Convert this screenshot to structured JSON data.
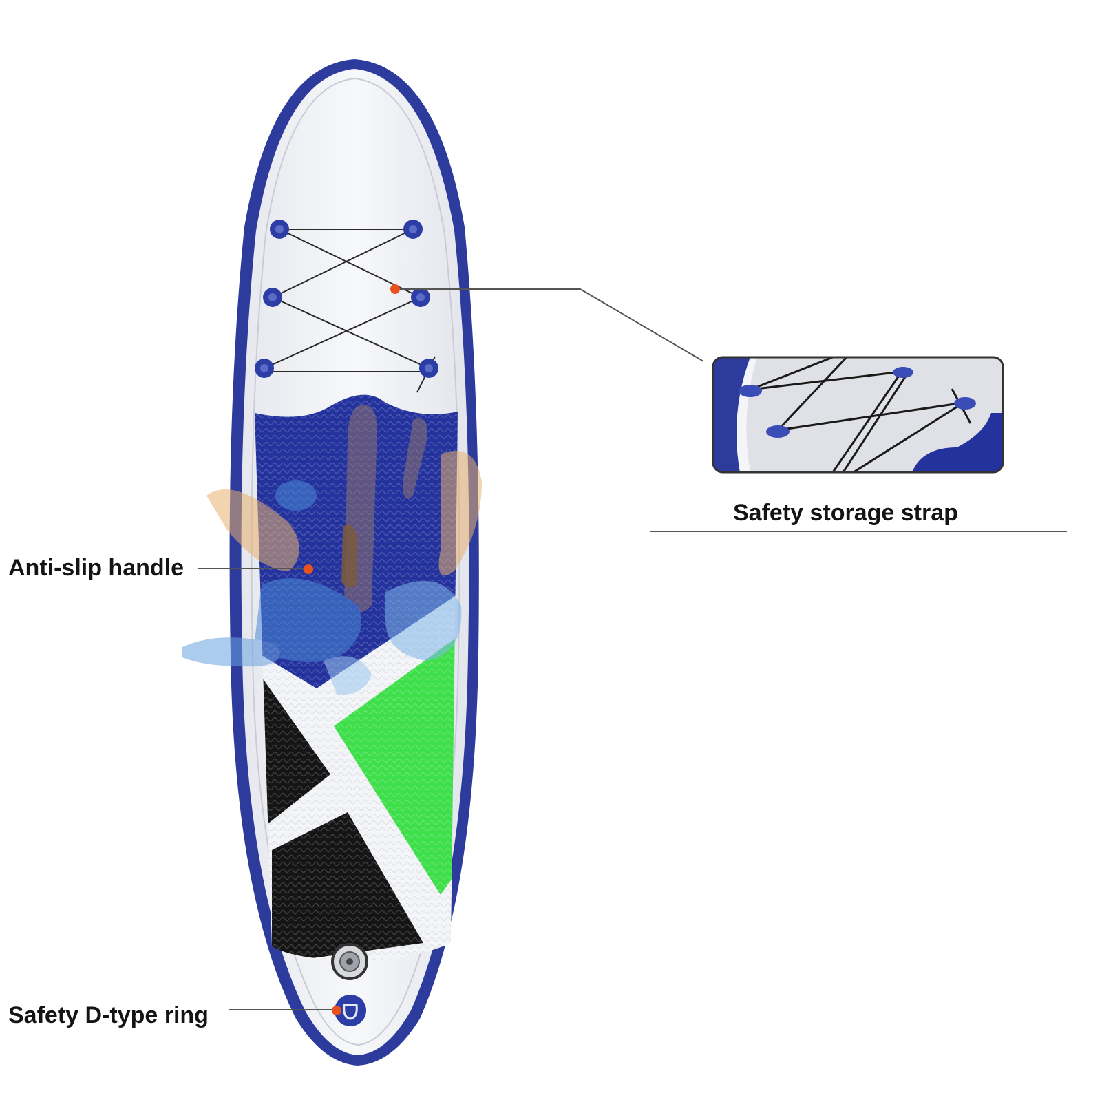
{
  "callouts": {
    "anti_slip_handle": "Anti-slip handle",
    "safety_d_ring": "Safety D-type ring",
    "safety_storage_strap": "Safety storage strap"
  },
  "colors": {
    "rail_blue": "#2a3a9a",
    "deck_navy": "#22319a",
    "deck_green": "#3ee04a",
    "deck_black": "#141414",
    "board_white": "#f2f3f6",
    "marker_red": "#e8501e",
    "leader_gray": "#555555"
  },
  "icons": {
    "anchor_point": "d-ring-pad-icon",
    "valve": "air-valve-icon",
    "handle": "carry-handle-icon"
  }
}
